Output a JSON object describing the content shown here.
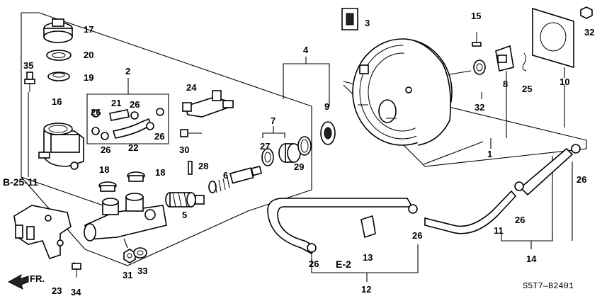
{
  "callouts": {
    "c1": "1",
    "c2": "2",
    "c3": "3",
    "c4": "4",
    "c5": "5",
    "c6": "6",
    "c7": "7",
    "c8": "8",
    "c9": "9",
    "c10": "10",
    "c11": "11",
    "c12": "12",
    "c13": "13",
    "c14": "14",
    "c15": "15",
    "c16": "16",
    "c17": "17",
    "c18a": "18",
    "c18b": "18",
    "c19": "19",
    "c20": "20",
    "c21": "21",
    "c22": "22",
    "c23": "23",
    "c24": "24",
    "c25": "25",
    "c26a": "26",
    "c26b": "26",
    "c26c": "26",
    "c26d": "26",
    "c26e": "26",
    "c26f": "26",
    "c26g": "26",
    "c26h": "26",
    "c27": "27",
    "c28": "28",
    "c29": "29",
    "c30": "30",
    "c31": "31",
    "c32a": "32",
    "c32b": "32",
    "c33": "33",
    "c34": "34",
    "c35": "35"
  },
  "references": {
    "b25": "B-25-11",
    "e2": "E-2"
  },
  "front_label": "FR.",
  "diagram_code": "S5T7—B2401"
}
